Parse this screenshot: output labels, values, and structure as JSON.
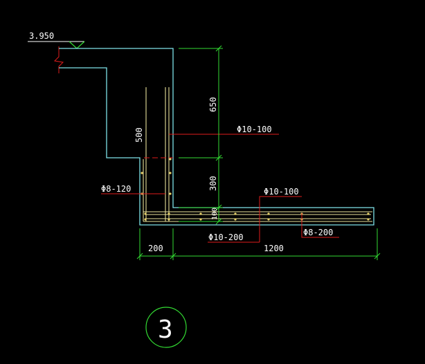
{
  "elevation": {
    "label": "3.950"
  },
  "dimensions": {
    "d650": "650",
    "d500": "500",
    "d300": "300",
    "d100": "100",
    "d200": "200",
    "d1200": "1200"
  },
  "rebar_labels": {
    "phi10_100_upper": "Φ10-100",
    "phi8_120": "Φ8-120",
    "phi10_100_lower": "Φ10-100",
    "phi10_200": "Φ10-200",
    "phi8_200": "Φ8-200"
  },
  "detail": {
    "number": "3"
  },
  "colors": {
    "background": "#000000",
    "concrete_outline": "#7fe3ea",
    "rebar": "#e9e29a",
    "dimension": "#33dd33",
    "leader": "#e01c1c",
    "text": "#ffffff"
  }
}
